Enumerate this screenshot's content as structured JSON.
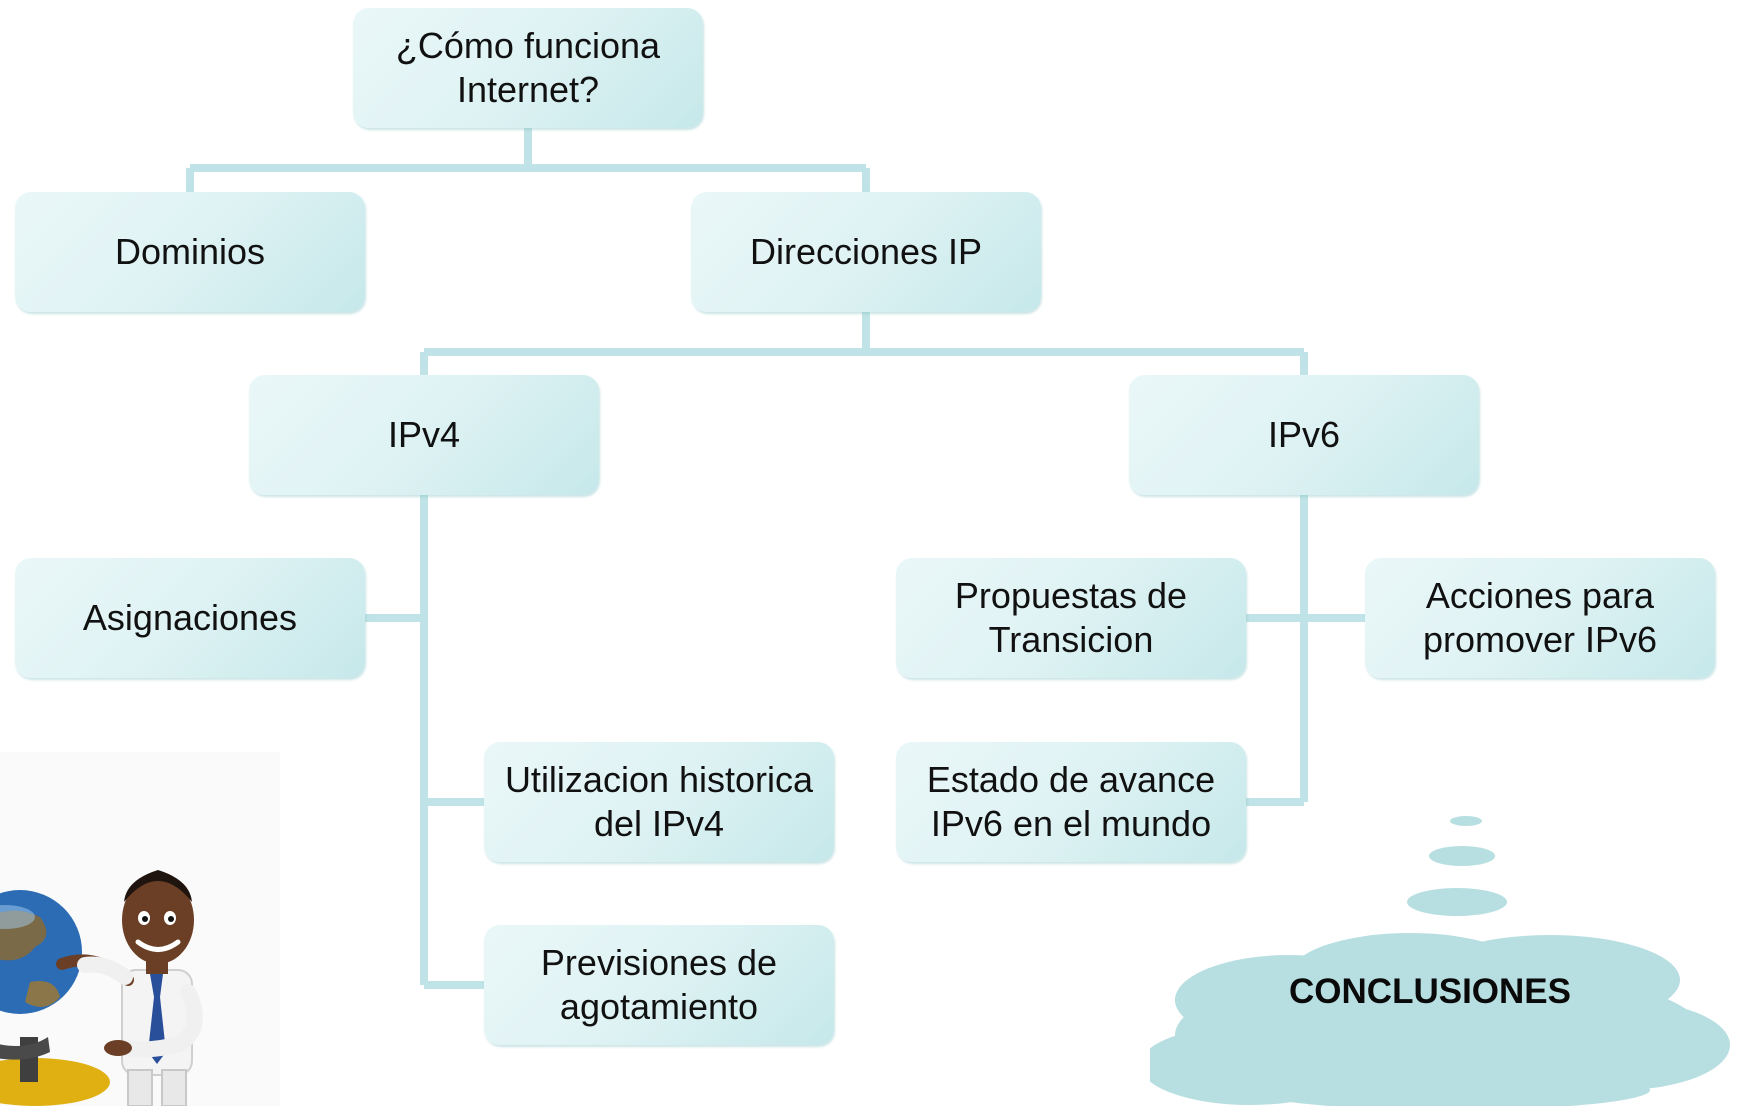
{
  "diagram": {
    "root": "¿Cómo funciona\nInternet?",
    "level1": {
      "dominios": "Dominios",
      "direcciones": "Direcciones IP"
    },
    "level2": {
      "ipv4": "IPv4",
      "ipv6": "IPv6"
    },
    "ipv4_children": {
      "asignaciones": "Asignaciones",
      "utilizacion": "Utilizacion historica\ndel IPv4",
      "previsiones": "Previsiones de\nagotamiento"
    },
    "ipv6_children": {
      "propuestas": "Propuestas de\nTransicion",
      "acciones": "Acciones  para\npromover IPv6",
      "estado": "Estado de avance\nIPv6 en el mundo"
    },
    "conclusiones": "CONCLUSIONES"
  },
  "colors": {
    "box_light": "#eaf7f8",
    "box_dark": "#c6e8ea",
    "connector": "#bfe3e6",
    "cloud": "#b7dee1"
  },
  "icons": {
    "figure": "man-with-globe-icon",
    "thought": "thought-cloud-icon"
  }
}
